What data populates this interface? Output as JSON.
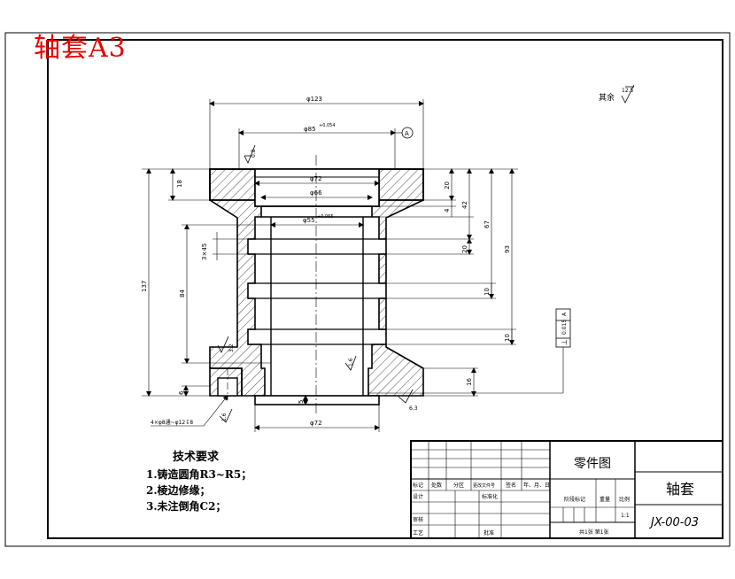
{
  "sheet_label": "轴套A3",
  "surface_finish_note": {
    "prefix": "其余",
    "value": "12.5"
  },
  "dimensions": {
    "d_outer": "φ123",
    "d_flange": "φ85",
    "d_flange_tol": "+0.054",
    "d_bore_top": "φ72",
    "d_recess": "φ66",
    "d_inner": "φ55",
    "d_inner_tol": "+0.065",
    "d_bottom": "φ72",
    "total_height": "137",
    "inner_length": "84",
    "flange_thick": "18",
    "groove": "3×45",
    "bottom_step": "6",
    "r_20a": "20",
    "r_4": "4",
    "r_42": "42",
    "r_67": "67",
    "r_93": "93",
    "r_20b": "20",
    "r_10a": "10",
    "r_10b": "10",
    "r_16": "16",
    "r_5": "5",
    "holes": "4×φ8通~φ12↧8",
    "ra_08": "0.8",
    "ra_32": "3.2",
    "ra_16a": "1.6",
    "ra_16b": "1.6",
    "ra_63": "6.3",
    "datum": "A",
    "perp_tol": "0.015",
    "perp_datum": "A"
  },
  "tech_requirements": {
    "title": "技术要求",
    "items": [
      "1.铸造圆角R3~R5；",
      "2.棱边修缘；",
      "3.未注倒角C2；"
    ]
  },
  "title_block": {
    "drawing_type": "零件图",
    "part_name": "轴套",
    "drawing_no": "JX-00-03",
    "scale_value": "1:1",
    "sheet_info": "共1张  第1张",
    "rev_headers": [
      "标记",
      "处数",
      "分区",
      "更改文件号",
      "签名",
      "年、月、日"
    ],
    "roles": [
      "设计",
      "审核",
      "工艺"
    ],
    "std_label": "标准化",
    "stage_label": "阶段标记",
    "weight_label": "重量",
    "scale_label": "比例",
    "approve_label": "批准"
  }
}
